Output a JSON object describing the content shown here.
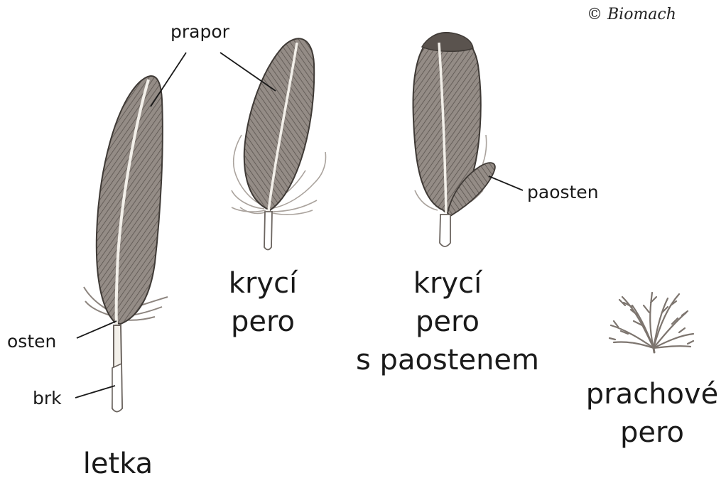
{
  "copyright": "© Biomach",
  "parts": {
    "prapor": "prapor",
    "osten": "osten",
    "brk": "brk",
    "paosten": "paosten"
  },
  "feathers": [
    {
      "name_lines": [
        "letka"
      ]
    },
    {
      "name_lines": [
        "krycí",
        "pero"
      ]
    },
    {
      "name_lines": [
        "krycí",
        "pero",
        "s paostenem"
      ]
    },
    {
      "name_lines": [
        "prachové",
        "pero"
      ]
    }
  ],
  "colors": {
    "vane": "#8a827c",
    "vane_dark": "#4e4843",
    "shaft": "#f2efe9",
    "down": "#b7b0aa",
    "ink": "#1a1a1a"
  }
}
